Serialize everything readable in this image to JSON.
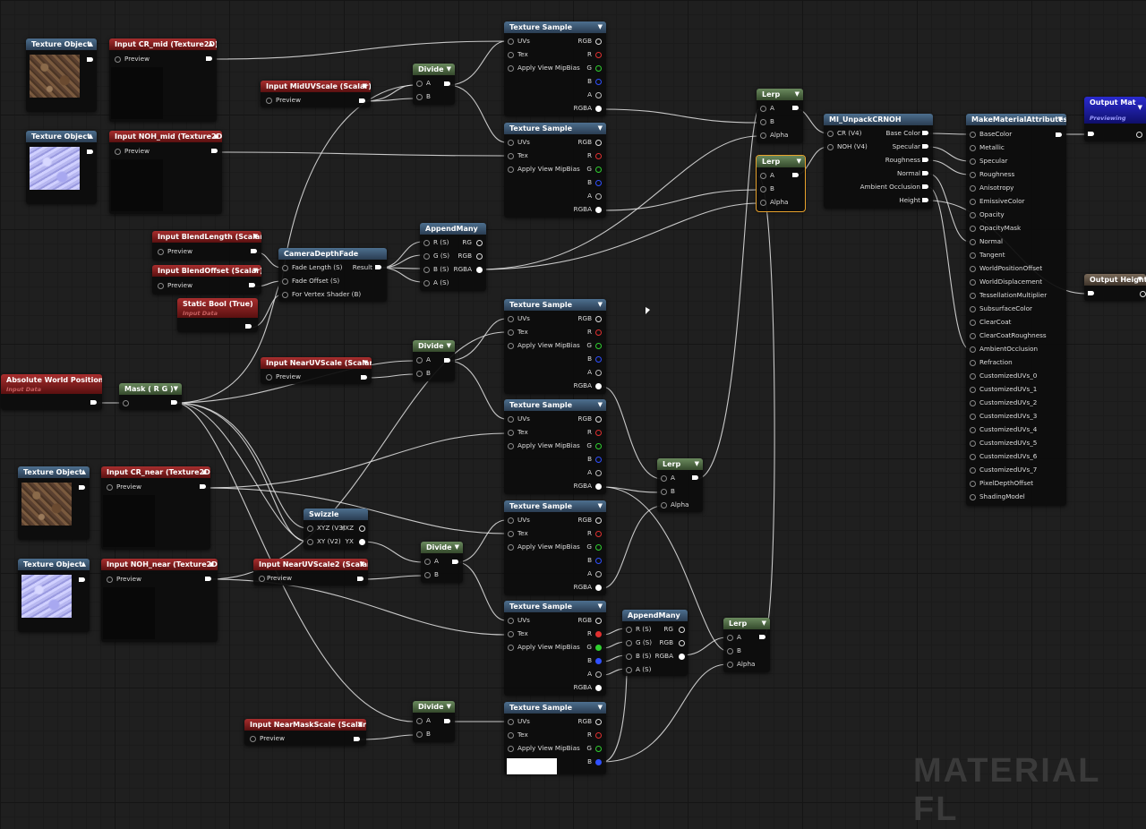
{
  "nodes": {
    "tex_obj_cr_mid": {
      "title": "Texture Object"
    },
    "in_cr_mid": {
      "title": "Input CR_mid (Texture2D)",
      "preview": "Preview"
    },
    "tex_obj_noh_mid": {
      "title": "Texture Object"
    },
    "in_noh_mid": {
      "title": "Input NOH_mid (Texture2D)",
      "preview": "Preview"
    },
    "in_mid_uv": {
      "title": "Input MidUVScale (Scalar)",
      "preview": "Preview"
    },
    "divide1": {
      "title": "Divide",
      "a": "A",
      "b": "B"
    },
    "ts1": {
      "title": "Texture Sample"
    },
    "ts2": {
      "title": "Texture Sample"
    },
    "ts3": {
      "title": "Texture Sample"
    },
    "ts4": {
      "title": "Texture Sample"
    },
    "ts5": {
      "title": "Texture Sample"
    },
    "ts6": {
      "title": "Texture Sample"
    },
    "ts7": {
      "title": "Texture Sample"
    },
    "ts_inputs": [
      "UVs",
      "Tex",
      "Apply View MipBias"
    ],
    "ts_outputs": [
      "RGB",
      "R",
      "G",
      "B",
      "A",
      "RGBA"
    ],
    "in_blend_len": {
      "title": "Input BlendLength (Scalar)",
      "preview": "Preview"
    },
    "in_blend_off": {
      "title": "Input BlendOffset (Scalar)",
      "preview": "Preview"
    },
    "static_bool": {
      "title": "Static Bool (True)",
      "sub": "Input Data"
    },
    "camera_depth": {
      "title": "CameraDepthFade",
      "in1": "Fade Length (S)",
      "in2": "Fade Offset (S)",
      "in3": "For Vertex Shader (B)",
      "out": "Result"
    },
    "append1": {
      "title": "AppendMany",
      "r": "R (S)",
      "g": "G (S)",
      "b": "B (S)",
      "a": "A (S)",
      "o1": "RG",
      "o2": "RGB",
      "o3": "RGBA"
    },
    "abs_world": {
      "title": "Absolute World Position",
      "sub": "Input Data"
    },
    "mask": {
      "title": "Mask ( R G )"
    },
    "in_near_uv": {
      "title": "Input NearUVScale (Scalar)",
      "preview": "Preview"
    },
    "divide2": {
      "title": "Divide",
      "a": "A",
      "b": "B"
    },
    "tex_obj_cr_near": {
      "title": "Texture Object"
    },
    "in_cr_near": {
      "title": "Input CR_near (Texture2D)",
      "preview": "Preview"
    },
    "tex_obj_noh_near": {
      "title": "Texture Object"
    },
    "in_noh_near": {
      "title": "Input NOH_near (Texture2D)",
      "preview": "Preview"
    },
    "swizzle": {
      "title": "Swizzle",
      "in1": "XYZ (V3)",
      "in2": "XY (V2)",
      "o1": "YXZ",
      "o2": "YX"
    },
    "in_near_uv2": {
      "title": "Input NearUVScale2 (Scalar)",
      "preview": "Preview"
    },
    "divide3": {
      "title": "Divide",
      "a": "A",
      "b": "B"
    },
    "in_near_mask": {
      "title": "Input NearMaskScale (Scalar)",
      "preview": "Preview"
    },
    "divide4": {
      "title": "Divide",
      "a": "A",
      "b": "B"
    },
    "append2": {
      "title": "AppendMany",
      "r": "R (S)",
      "g": "G (S)",
      "b": "B (S)",
      "a": "A (S)",
      "o1": "RG",
      "o2": "RGB",
      "o3": "RGBA"
    },
    "lerp1": {
      "title": "Lerp",
      "a": "A",
      "b": "B",
      "alpha": "Alpha"
    },
    "lerp2": {
      "title": "Lerp",
      "a": "A",
      "b": "B",
      "alpha": "Alpha"
    },
    "lerp3": {
      "title": "Lerp",
      "a": "A",
      "b": "B",
      "alpha": "Alpha"
    },
    "lerp4": {
      "title": "Lerp",
      "a": "A",
      "b": "B",
      "alpha": "Alpha"
    },
    "unpack": {
      "title": "MI_UnpackCRNOH",
      "in1": "CR (V4)",
      "in2": "NOH (V4)",
      "outs": [
        "Base Color",
        "Specular",
        "Roughness",
        "Normal",
        "Ambient Occlusion",
        "Height"
      ]
    },
    "make_attr": {
      "title": "MakeMaterialAttributes",
      "ins": [
        "BaseColor",
        "Metallic",
        "Specular",
        "Roughness",
        "Anisotropy",
        "EmissiveColor",
        "Opacity",
        "OpacityMask",
        "Normal",
        "Tangent",
        "WorldPositionOffset",
        "WorldDisplacement",
        "TessellationMultiplier",
        "SubsurfaceColor",
        "ClearCoat",
        "ClearCoatRoughness",
        "AmbientOcclusion",
        "Refraction",
        "CustomizedUVs_0",
        "CustomizedUVs_1",
        "CustomizedUVs_2",
        "CustomizedUVs_3",
        "CustomizedUVs_4",
        "CustomizedUVs_5",
        "CustomizedUVs_6",
        "CustomizedUVs_7",
        "PixelDepthOffset",
        "ShadingModel"
      ]
    },
    "out_mat": {
      "title": "Output Mat",
      "sub": "Previewing"
    },
    "out_height": {
      "title": "Output Height"
    }
  },
  "watermark": "MATERIAL FL",
  "colors": {
    "selection": "#e8a22c",
    "red_header": "#a82e2e",
    "blue_header": "#4d6f8f",
    "green_header": "#6a8a5e"
  }
}
